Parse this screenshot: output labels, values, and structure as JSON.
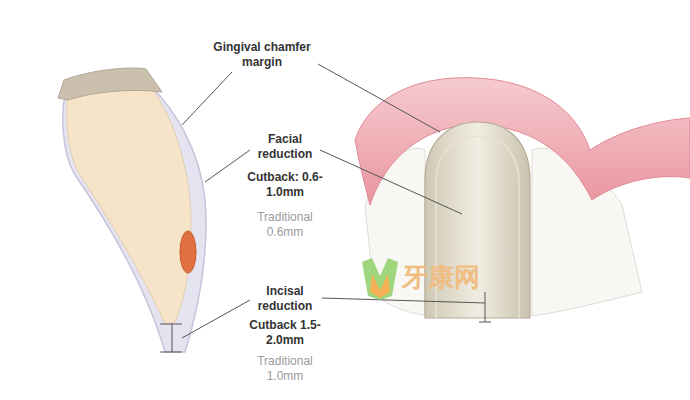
{
  "diagram": {
    "labels": [
      "Gingival chamfer margin",
      "Facial reduction",
      "Cutback: 0.6-1.0mm",
      "Traditional 0.6mm",
      "Incisal reduction",
      "Cutback 1.5-2.0mm",
      "Traditional 1.0mm",
      "牙康网"
    ]
  }
}
